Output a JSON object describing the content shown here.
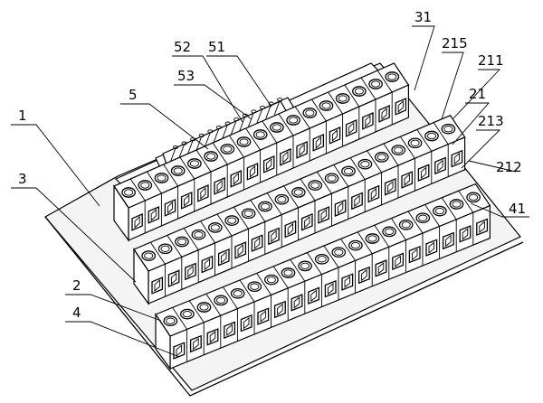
{
  "figure": {
    "labels": {
      "l31": "31",
      "l215": "215",
      "l211": "211",
      "l21": "21",
      "l213": "213",
      "l212": "212",
      "l41": "41",
      "l52": "52",
      "l51": "51",
      "l5": "5",
      "l53": "53",
      "l1": "1",
      "l3": "3",
      "l2": "2",
      "l4": "4"
    }
  }
}
